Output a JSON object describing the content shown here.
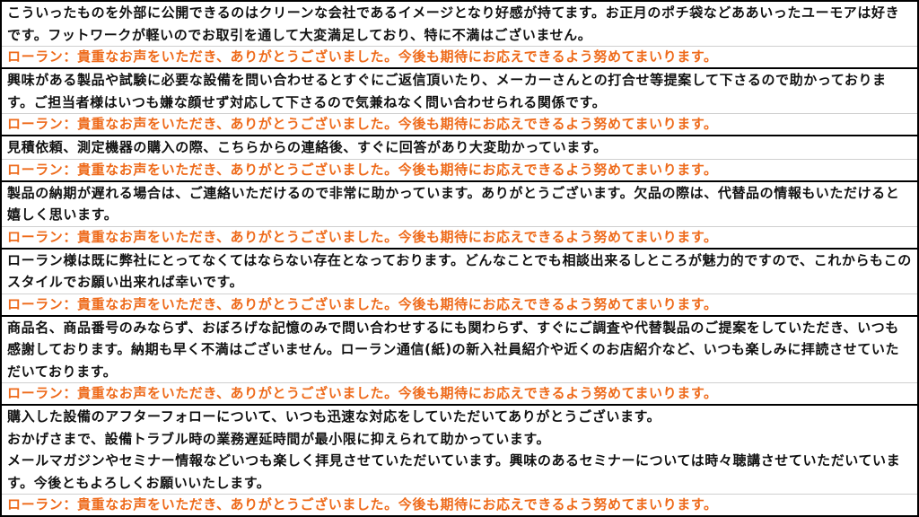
{
  "colors": {
    "reply_text": "#ee6a1a",
    "comment_text": "#111111",
    "border": "#000000"
  },
  "reply_text": "ローラン：貴重なお声をいただき、ありがとうございました。今後も期待にお応えできるよう努めてまいります。",
  "entries": [
    {
      "comment": "こういったものを外部に公開できるのはクリーンな会社であるイメージとなり好感が持てます。お正月のポチ袋などああいったユーモアは好きです。フットワークが軽いのでお取引を通して大変満足しており、特に不満はございません。"
    },
    {
      "comment": "興味がある製品や試験に必要な設備を問い合わせるとすぐにご返信頂いたり、メーカーさんとの打合せ等提案して下さるので助かっております。ご担当者様はいつも嫌な顔せず対応して下さるので気兼ねなく問い合わせられる関係です。"
    },
    {
      "comment": "見積依頼、測定機器の購入の際、こちらからの連絡後、すぐに回答があり大変助かっています。"
    },
    {
      "comment": "製品の納期が遅れる場合は、ご連絡いただけるので非常に助かっています。ありがとうございます。欠品の際は、代替品の情報もいただけると嬉しく思います。"
    },
    {
      "comment": "ローラン様は既に弊社にとってなくてはならない存在となっております。どんなことでも相談出来るしところが魅力的ですので、これからもこのスタイルでお願い出来れば幸いです。"
    },
    {
      "comment": "商品名、商品番号のみならず、おぼろげな記憶のみで問い合わせするにも関わらず、すぐにご調査や代替製品のご提案をしていただき、いつも感謝しております。納期も早く不満はございません。ローラン通信(紙)の新入社員紹介や近くのお店紹介など、いつも楽しみに拝読させていただいております。"
    },
    {
      "comment": "購入した設備のアフターフォローについて、いつも迅速な対応をしていただいてありがとうございます。\nおかげさまで、設備トラブル時の業務遅延時間が最小限に抑えられて助かっています。\nメールマガジンやセミナー情報などいつも楽しく拝見させていただいています。興味のあるセミナーについては時々聴講させていただいています。今後ともよろしくお願いいたします。"
    }
  ]
}
